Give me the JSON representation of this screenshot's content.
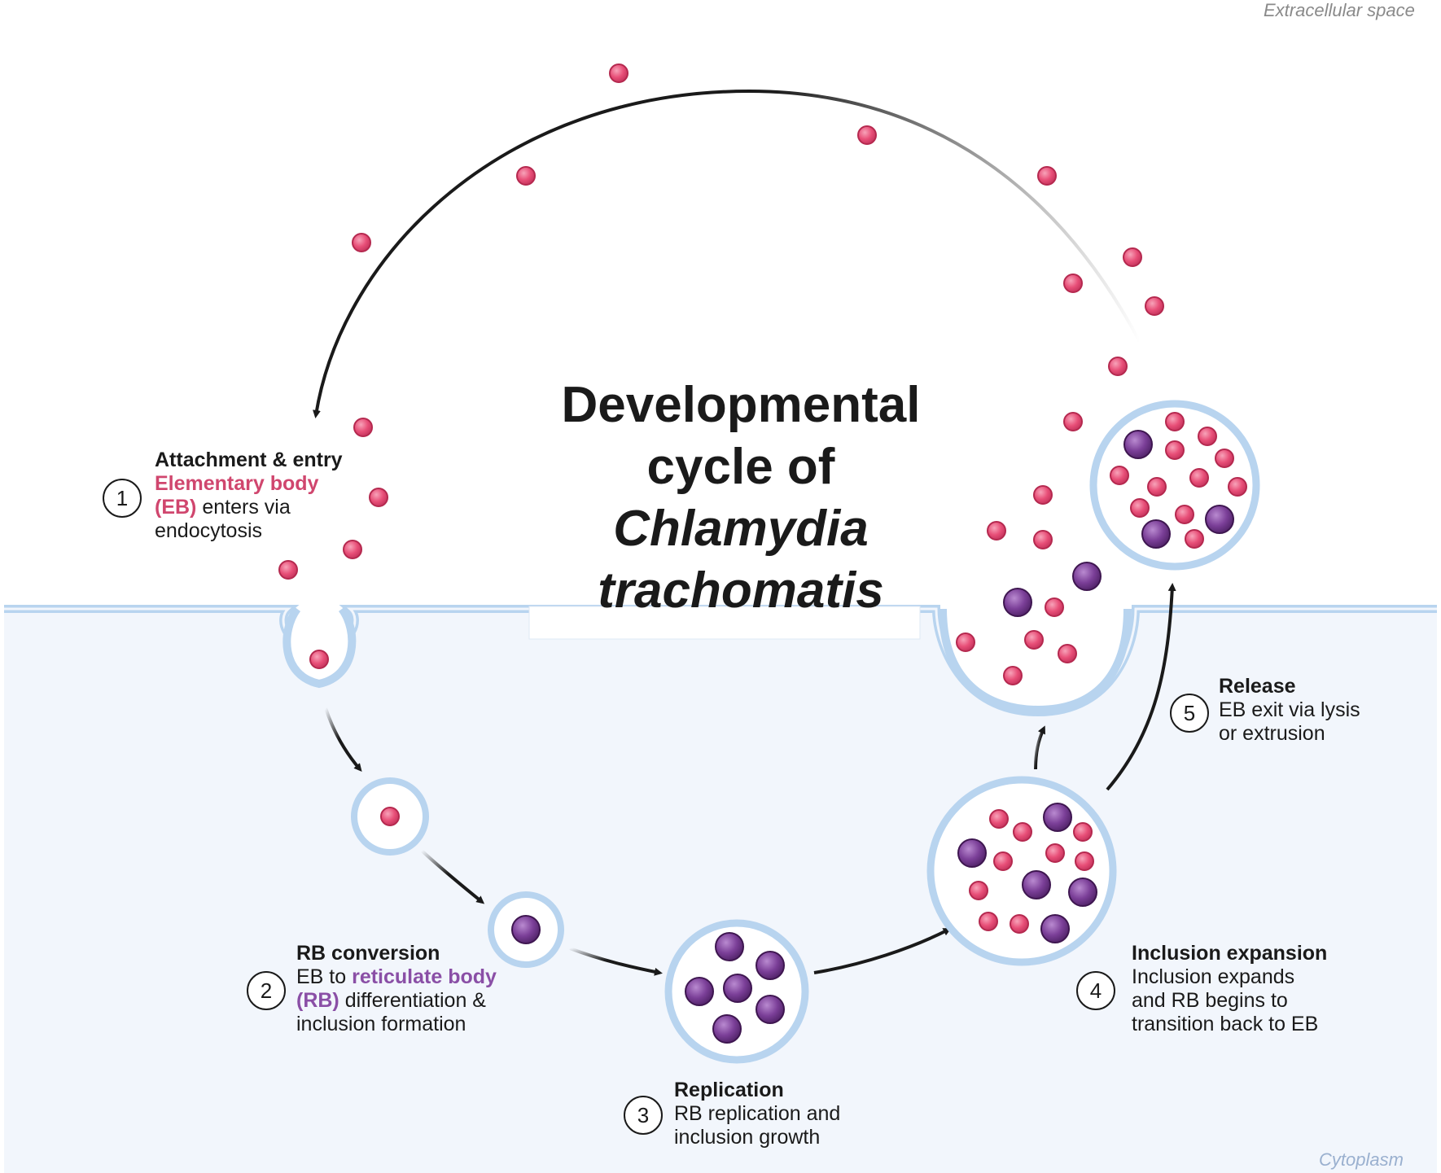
{
  "title": {
    "line1": "Developmental",
    "line2": "cycle  of",
    "line3": "Chlamydia",
    "line4": "trachomatis"
  },
  "regions": {
    "extracellular": "Extracellular space",
    "cytoplasm": "Cytoplasm"
  },
  "steps": [
    {
      "number": "1",
      "heading": "Attachment & entry",
      "eb_term": "Elementary body",
      "eb_abbr": "(EB)",
      "rest1": " enters via",
      "rest2": "endocytosis"
    },
    {
      "number": "2",
      "heading": "RB conversion",
      "prefix": "EB to ",
      "rb_term": "reticulate body",
      "rb_abbr": "(RB)",
      "rest1": " differentiation &",
      "rest2": "inclusion formation"
    },
    {
      "number": "3",
      "heading": "Replication",
      "line1": "RB replication and",
      "line2": "inclusion growth"
    },
    {
      "number": "4",
      "heading": "Inclusion expansion",
      "line1": "Inclusion expands",
      "line2": "and RB begins to",
      "line3": "transition back to EB"
    },
    {
      "number": "5",
      "heading": "Release",
      "line1": "EB exit via lysis",
      "line2": "or extrusion"
    }
  ],
  "colors": {
    "eb_pink": "#e84f78",
    "rb_purple": "#7b3f98",
    "membrane_blue": "#b8d4ef",
    "cytoplasm_bg": "#f2f6fc",
    "region_extracellular": "#8a8a8a",
    "region_cytoplasm": "#9ab0cf"
  }
}
